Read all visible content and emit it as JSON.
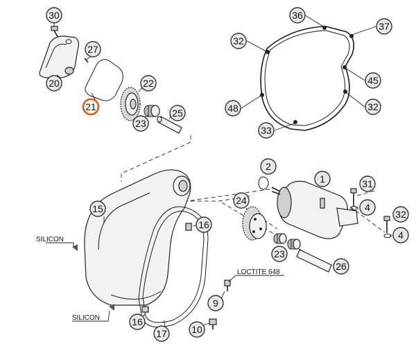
{
  "callouts": [
    {
      "id": "c30",
      "label": "30"
    },
    {
      "id": "c27",
      "label": "27"
    },
    {
      "id": "c20",
      "label": "20"
    },
    {
      "id": "c22",
      "label": "22"
    },
    {
      "id": "c21",
      "label": "21",
      "highlight": true
    },
    {
      "id": "c23a",
      "label": "23"
    },
    {
      "id": "c25",
      "label": "25"
    },
    {
      "id": "c36",
      "label": "36"
    },
    {
      "id": "c37",
      "label": "37"
    },
    {
      "id": "c32a",
      "label": "32"
    },
    {
      "id": "c45",
      "label": "45"
    },
    {
      "id": "c48",
      "label": "48"
    },
    {
      "id": "c32b",
      "label": "32"
    },
    {
      "id": "c33",
      "label": "33"
    },
    {
      "id": "c2",
      "label": "2"
    },
    {
      "id": "c1",
      "label": "1"
    },
    {
      "id": "c31",
      "label": "31"
    },
    {
      "id": "c4a",
      "label": "4"
    },
    {
      "id": "c32c",
      "label": "32"
    },
    {
      "id": "c4b",
      "label": "4"
    },
    {
      "id": "c15",
      "label": "15"
    },
    {
      "id": "c24",
      "label": "24"
    },
    {
      "id": "c16a",
      "label": "16"
    },
    {
      "id": "c23b",
      "label": "23"
    },
    {
      "id": "c26",
      "label": "26"
    },
    {
      "id": "c9",
      "label": "9"
    },
    {
      "id": "c16b",
      "label": "16"
    },
    {
      "id": "c10",
      "label": "10"
    },
    {
      "id": "c17",
      "label": "17"
    }
  ],
  "notes": {
    "silicon_top": "SILICON",
    "silicon_bottom": "SILICON",
    "loctite": "LOCTITE 648"
  },
  "colors": {
    "highlight": "#e05a10",
    "callout_fill": "#e8e8e8"
  }
}
